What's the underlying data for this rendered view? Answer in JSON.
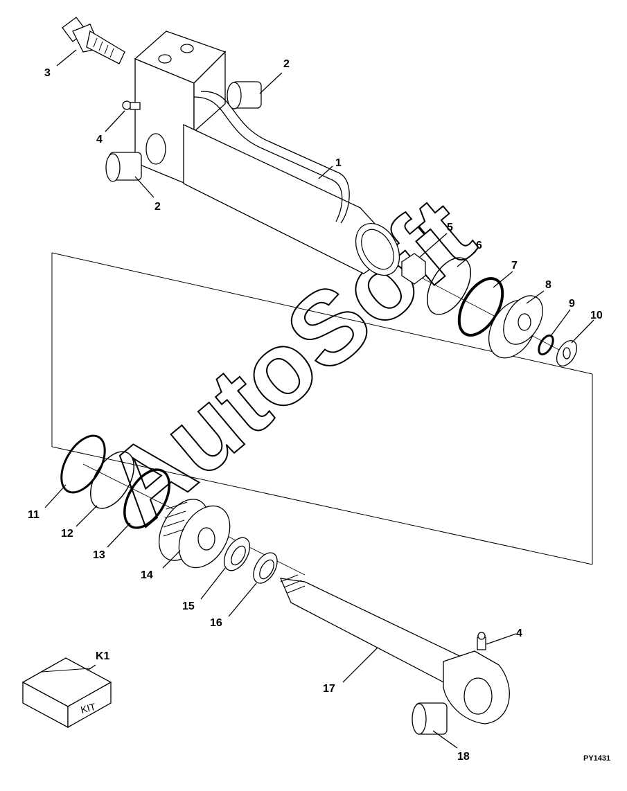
{
  "watermark": "AutoSoft",
  "drawing_code": "PY1431",
  "kit": {
    "callout": "K1",
    "box_text": "KIT"
  },
  "callouts": {
    "c1": "1",
    "c2a": "2",
    "c2b": "2",
    "c3": "3",
    "c4a": "4",
    "c4b": "4",
    "c5": "5",
    "c6": "6",
    "c7": "7",
    "c8": "8",
    "c9": "9",
    "c10": "10",
    "c11": "11",
    "c12": "12",
    "c13": "13",
    "c14": "14",
    "c15": "15",
    "c16": "16",
    "c17": "17",
    "c18": "18"
  }
}
